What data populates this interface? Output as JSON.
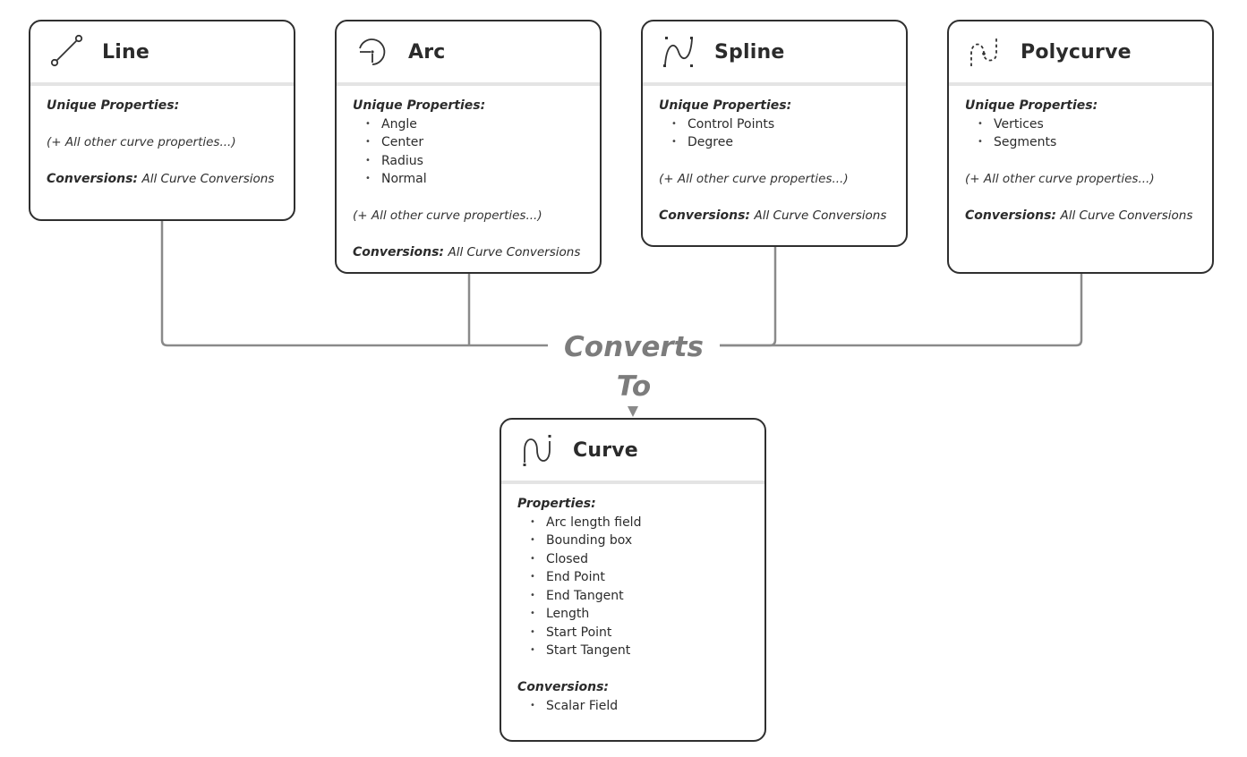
{
  "connector_label": "Converts To",
  "cards": {
    "line": {
      "title": "Line",
      "icon": "line-icon",
      "unique_label": "Unique Properties:",
      "note": "(+ All other curve properties...)",
      "conversions_label": "Conversions:",
      "conversions_value": "All Curve Conversions"
    },
    "arc": {
      "title": "Arc",
      "icon": "arc-icon",
      "unique_label": "Unique Properties:",
      "items": [
        "Angle",
        "Center",
        "Radius",
        "Normal"
      ],
      "note": "(+ All other curve properties...)",
      "conversions_label": "Conversions:",
      "conversions_value": "All Curve Conversions"
    },
    "spline": {
      "title": "Spline",
      "icon": "spline-icon",
      "unique_label": "Unique Properties:",
      "items": [
        "Control Points",
        "Degree"
      ],
      "note": "(+ All other curve properties...)",
      "conversions_label": "Conversions:",
      "conversions_value": "All Curve Conversions"
    },
    "polycurve": {
      "title": "Polycurve",
      "icon": "polycurve-icon",
      "unique_label": "Unique Properties:",
      "items": [
        "Vertices",
        "Segments"
      ],
      "note": "(+ All other curve properties...)",
      "conversions_label": "Conversions:",
      "conversions_value": "All Curve Conversions"
    },
    "curve": {
      "title": "Curve",
      "icon": "curve-icon",
      "properties_label": "Properties:",
      "items": [
        "Arc length field",
        "Bounding box",
        "Closed",
        "End Point",
        "End Tangent",
        "Length",
        "Start Point",
        "Start Tangent"
      ],
      "conversions_label": "Conversions:",
      "conversion_items": [
        "Scalar Field"
      ]
    }
  },
  "colors": {
    "card_border": "#2f2f2f",
    "header_divider": "#e4e4e4",
    "connector": "#8a8a8a",
    "connector_label": "#7c7c7c"
  }
}
